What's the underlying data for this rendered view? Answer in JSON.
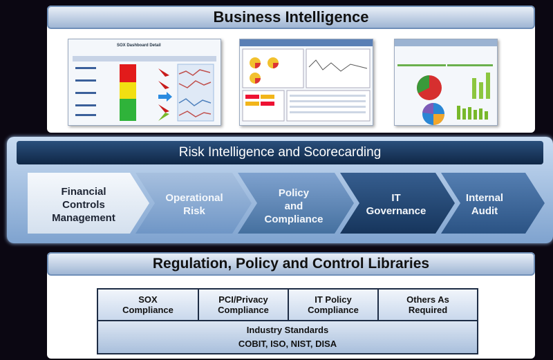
{
  "business_intelligence": {
    "title": "Business Intelligence",
    "thumbnails": [
      {
        "title": "SOX Dashboard Detail"
      },
      {
        "title": ""
      },
      {
        "title": ""
      }
    ]
  },
  "risk": {
    "title": "Risk Intelligence and Scorecarding",
    "chevrons": [
      {
        "label": "Financial Controls Management",
        "lines": [
          "Financial",
          "Controls",
          "Management"
        ]
      },
      {
        "label": "Operational Risk",
        "lines": [
          "Operational",
          "Risk"
        ]
      },
      {
        "label": "Policy and Compliance",
        "lines": [
          "Policy",
          "and",
          "Compliance"
        ]
      },
      {
        "label": "IT Governance",
        "lines": [
          "IT",
          "Governance"
        ]
      },
      {
        "label": "Internal Audit",
        "lines": [
          "Internal",
          "Audit"
        ]
      }
    ]
  },
  "libraries": {
    "title": "Regulation, Policy and Control Libraries",
    "cells": [
      {
        "lines": [
          "SOX",
          "Compliance"
        ]
      },
      {
        "lines": [
          "PCI/Privacy",
          "Compliance"
        ]
      },
      {
        "lines": [
          "IT Policy",
          "Compliance"
        ]
      },
      {
        "lines": [
          "Others As",
          "Required"
        ]
      }
    ],
    "standards_title": "Industry Standards",
    "standards_list": "COBIT, ISO, NIST, DISA"
  },
  "colors": {
    "background": "#0b0712",
    "band_title": "#1a3658",
    "chevron_light": "#eaf0f8",
    "chevron_mid": "#5f86b8",
    "chevron_dark": "#1e3e68"
  }
}
